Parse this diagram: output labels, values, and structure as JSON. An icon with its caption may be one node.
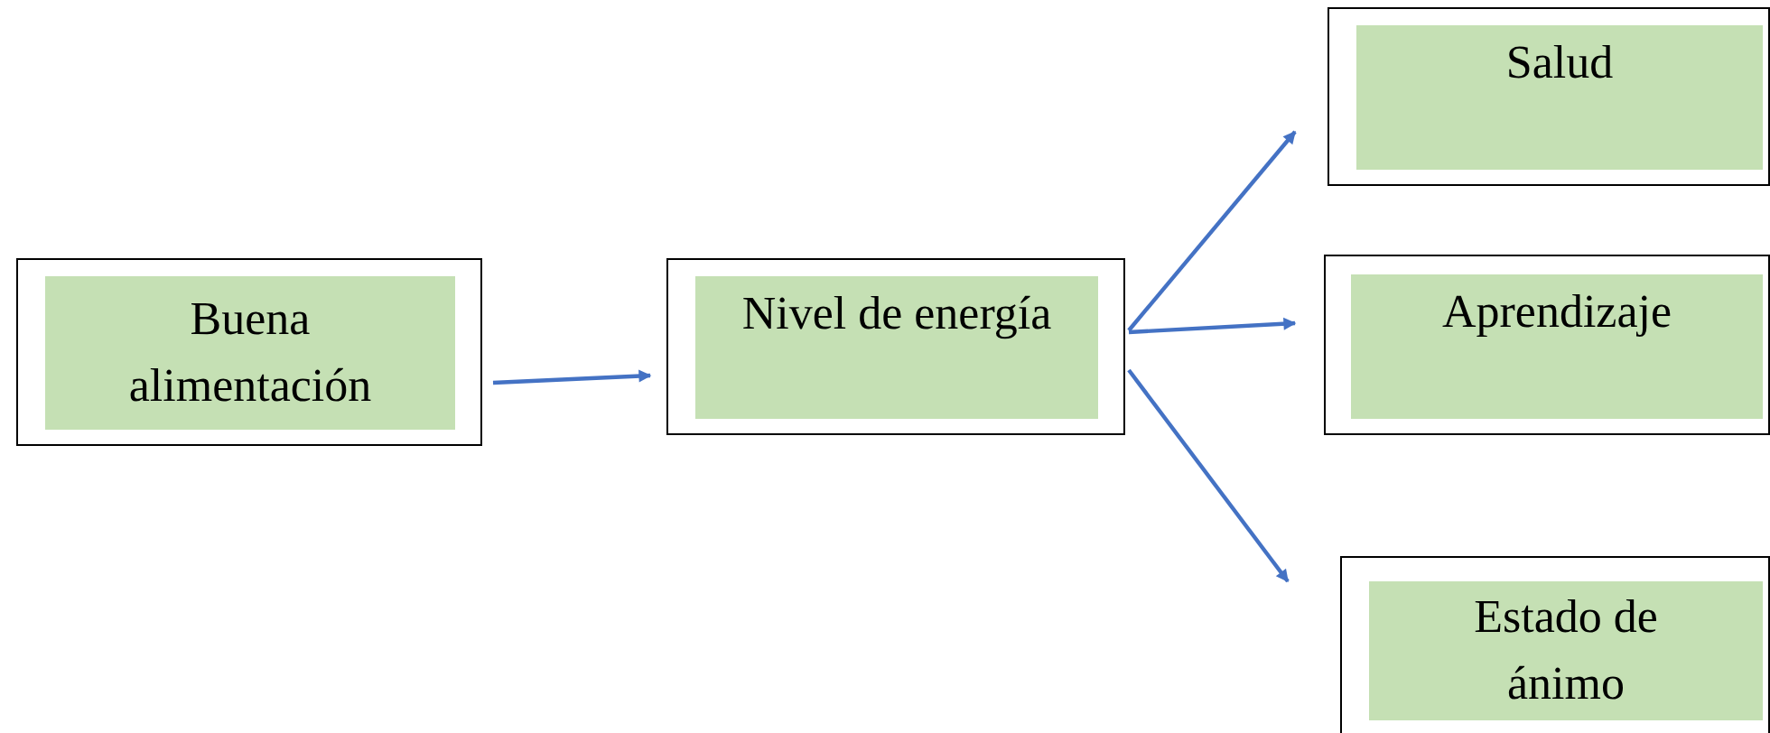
{
  "diagram": {
    "nodes": [
      {
        "text": [
          "Buena alimentación"
        ]
      },
      {
        "text": [
          "Nivel de energía"
        ]
      },
      {
        "text": [
          "Salud"
        ]
      },
      {
        "text": [
          "Aprendizaje"
        ]
      },
      {
        "text": [
          "Estado de ánimo"
        ]
      }
    ],
    "edges": [
      {
        "from": 0,
        "to": 1,
        "arrow": "to"
      },
      {
        "from": 1,
        "to": 2,
        "arrow": "to"
      },
      {
        "from": 1,
        "to": 3,
        "arrow": "to"
      },
      {
        "from": 1,
        "to": 4,
        "arrow": "to"
      }
    ]
  }
}
